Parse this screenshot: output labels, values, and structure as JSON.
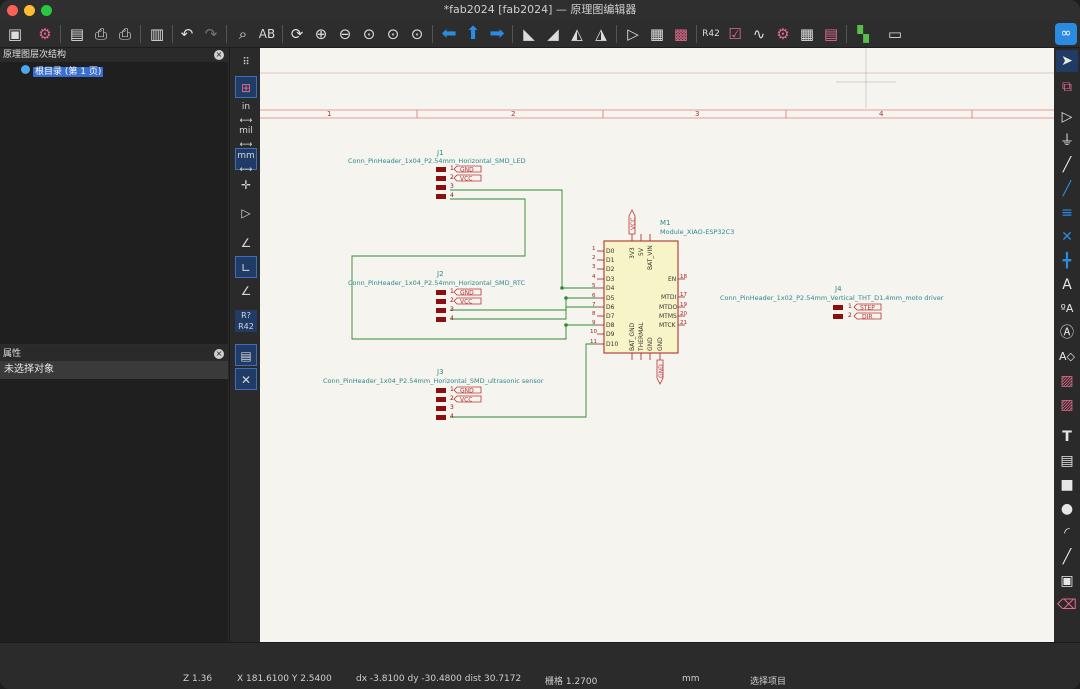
{
  "window": {
    "title": "*fab2024 [fab2024] — 原理图编辑器"
  },
  "hierarchy": {
    "title": "原理图层次结构",
    "root_item": "根目录 (第 1 页)"
  },
  "properties": {
    "title": "属性",
    "empty_text": "未选择对象"
  },
  "units": {
    "in": "in",
    "mil": "mil",
    "mm": "mm"
  },
  "status": {
    "zoom": "Z 1.36",
    "xy": "X 181.6100  Y 2.5400",
    "delta": "dx -3.8100  dy -30.4800  dist 30.7172",
    "grid": "栅格 1.2700",
    "unit": "mm",
    "mode": "选择项目"
  },
  "schematic": {
    "ruler": [
      "1",
      "2",
      "3",
      "4"
    ],
    "j1": {
      "ref": "J1",
      "value": "Conn_PinHeader_1x04_P2.54mm_Horizontal_SMD_LED",
      "pins": [
        "1",
        "2",
        "3",
        "4"
      ],
      "labels": [
        "GND",
        "VCC"
      ]
    },
    "j2": {
      "ref": "J2",
      "value": "Conn_PinHeader_1x04_P2.54mm_Horizontal_SMD_RTC",
      "pins": [
        "1",
        "2",
        "3",
        "4"
      ],
      "labels": [
        "GND",
        "VCC"
      ]
    },
    "j3": {
      "ref": "J3",
      "value": "Conn_PinHeader_1x04_P2.54mm_Horizontal_SMD_ultrasonic sensor",
      "pins": [
        "1",
        "2",
        "3",
        "4"
      ],
      "labels": [
        "GND",
        "VCC"
      ]
    },
    "j4": {
      "ref": "J4",
      "value": "Conn_PinHeader_1x02_P2.54mm_Vertical_THT_D1.4mm_moto driver",
      "pins": [
        "1",
        "2"
      ],
      "labels": [
        "STEP",
        "DIR"
      ]
    },
    "m1": {
      "ref": "M1",
      "value": "Module_XIAO-ESP32C3",
      "left_pins": [
        "D0",
        "D1",
        "D2",
        "D3",
        "D4",
        "D5",
        "D6",
        "D7",
        "D8",
        "D9",
        "D10"
      ],
      "left_nums": [
        "1",
        "2",
        "3",
        "4",
        "5",
        "6",
        "7",
        "8",
        "9",
        "10",
        "11"
      ],
      "right_pins": [
        "EN",
        "MTDI",
        "MTDO",
        "MTMS",
        "MTCK"
      ],
      "right_nums": [
        "18",
        "17",
        "19",
        "20",
        "21"
      ],
      "top_pins": [
        "3V3",
        "5V",
        "BAT_VIN"
      ],
      "bottom_pins": [
        "BAT_GND",
        "THERMAL",
        "GND",
        "GND"
      ],
      "vcc_label": "VCC",
      "gnd_label": "GND"
    }
  }
}
